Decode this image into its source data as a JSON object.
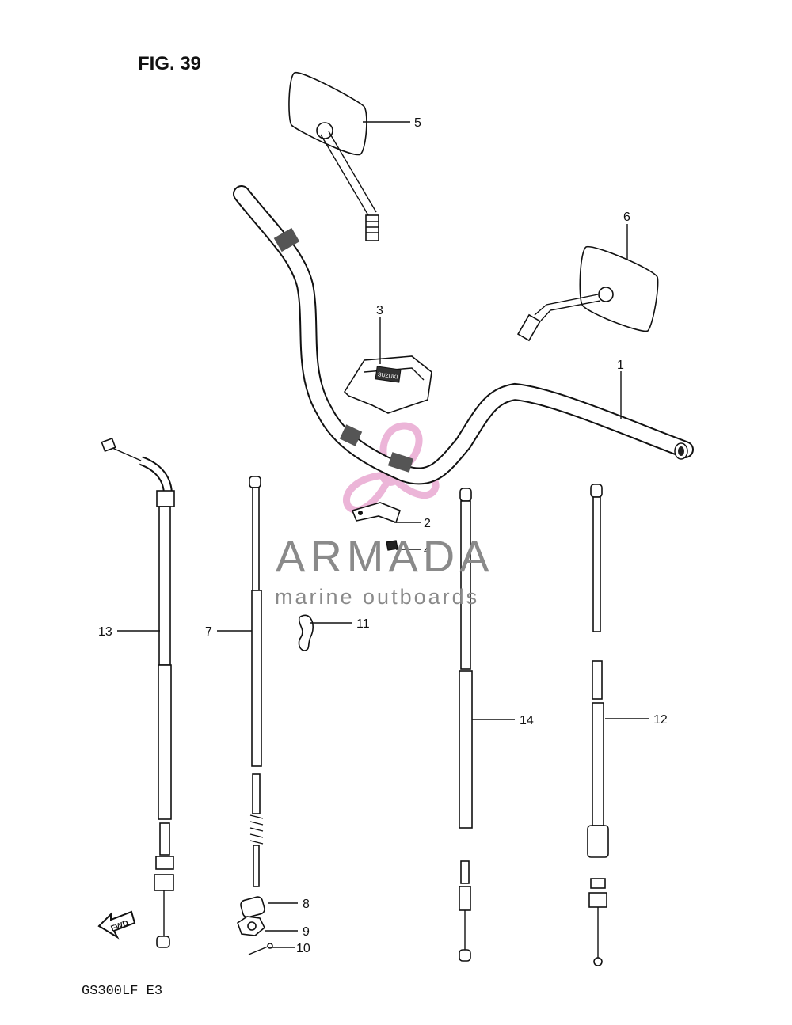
{
  "figure": {
    "title": "FIG. 39",
    "model_code": "GS300LF E3"
  },
  "watermark": {
    "brand": "ARMADA",
    "tagline": "marine outboards",
    "accent": "#e9a9d2",
    "text_color": "#8a8a8a"
  },
  "fwd_badge": "FWD",
  "switch_marking": "SUZUKI",
  "callouts": {
    "c1": "1",
    "c2": "2",
    "c3": "3",
    "c4": "4",
    "c5": "5",
    "c6": "6",
    "c7": "7",
    "c8": "8",
    "c9": "9",
    "c10": "10",
    "c11": "11",
    "c12": "12",
    "c13": "13",
    "c14": "14"
  }
}
